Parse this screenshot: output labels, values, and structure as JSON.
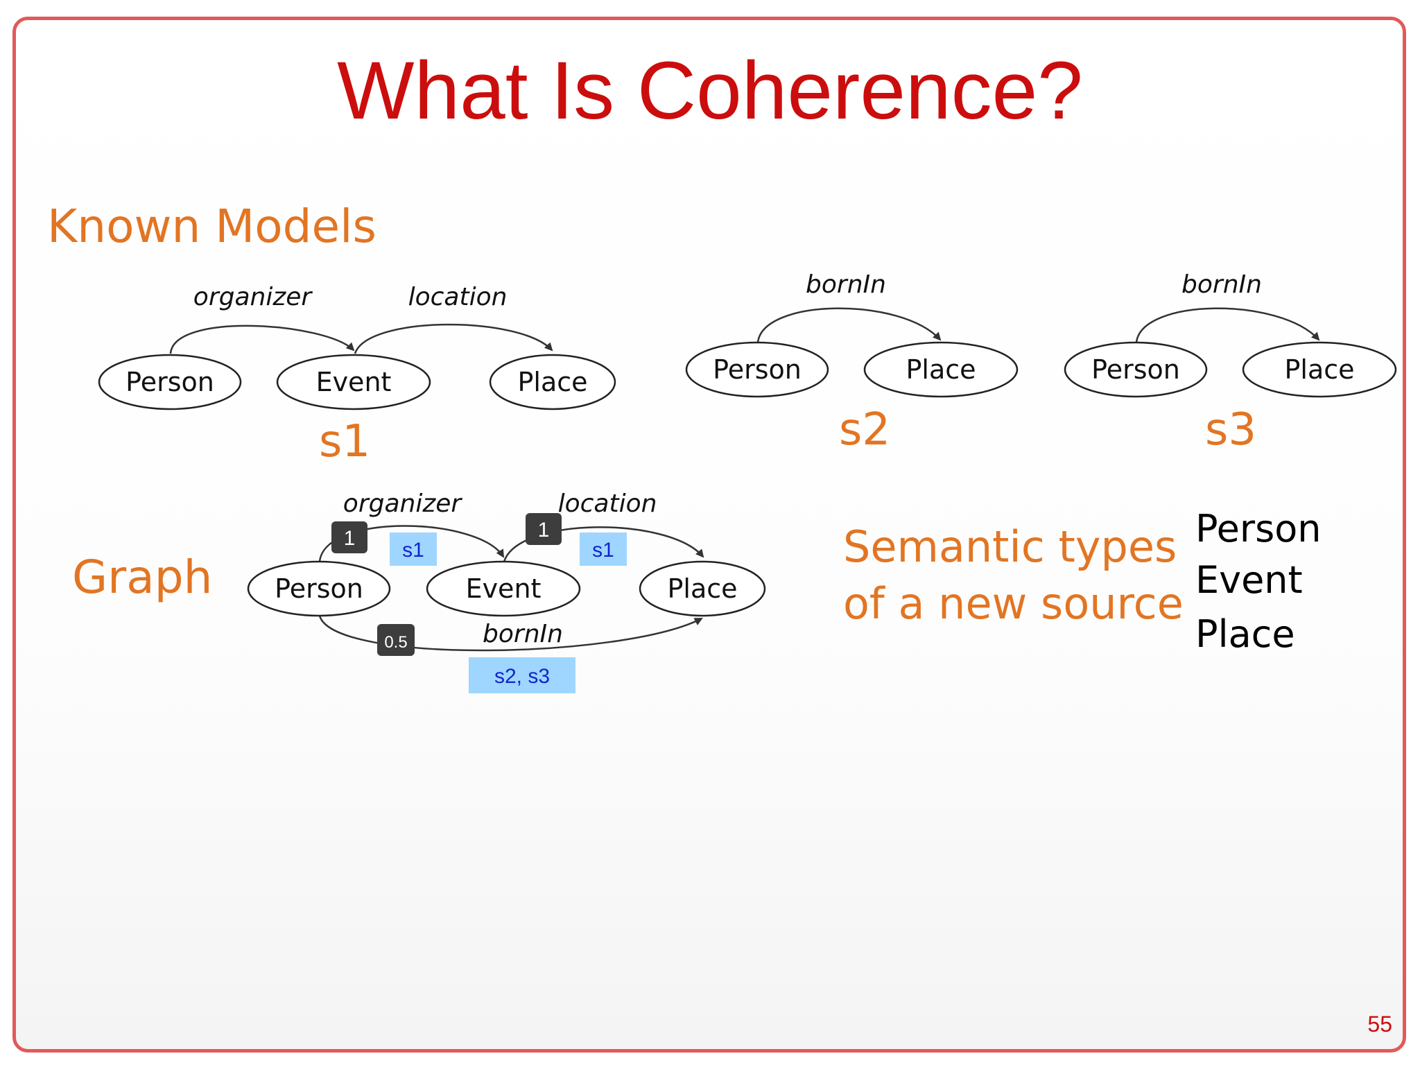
{
  "slide": {
    "title": "What Is Coherence?",
    "page_number": "55",
    "known_models_label": "Known Models",
    "graph_label": "Graph",
    "semantic_types_label_line1": "Semantic types",
    "semantic_types_label_line2": "of a new source",
    "semantic_types": [
      "Person",
      "Event",
      "Place"
    ]
  },
  "models": {
    "s1": {
      "label": "s1",
      "nodes": [
        "Person",
        "Event",
        "Place"
      ],
      "edges": [
        "organizer",
        "location"
      ]
    },
    "s2": {
      "label": "s2",
      "nodes": [
        "Person",
        "Place"
      ],
      "edges": [
        "bornIn"
      ]
    },
    "s3": {
      "label": "s3",
      "nodes": [
        "Person",
        "Place"
      ],
      "edges": [
        "bornIn"
      ]
    }
  },
  "graph": {
    "nodes": [
      "Person",
      "Event",
      "Place"
    ],
    "edges": [
      {
        "label": "organizer",
        "weight": "1",
        "sources": "s1"
      },
      {
        "label": "location",
        "weight": "1",
        "sources": "s1"
      },
      {
        "label": "bornIn",
        "weight": "0.5",
        "sources": "s2, s3"
      }
    ]
  },
  "colors": {
    "title": "#cc0d0d",
    "orange": "#e27523",
    "tag_fill": "#9fd6ff",
    "tag_text": "#1124cc",
    "weight_fill": "#3d3d3d",
    "frame": "#e05a5a"
  }
}
